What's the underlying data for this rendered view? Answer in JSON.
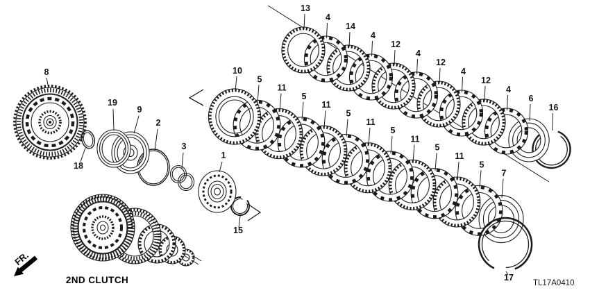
{
  "diagram": {
    "code": "TL17A0410",
    "assembly_label": "2ND CLUTCH",
    "direction_label": "FR.",
    "left_parts": [
      {
        "label": "8",
        "type": "clutch-drum"
      },
      {
        "label": "18",
        "type": "o-ring"
      },
      {
        "label": "19",
        "type": "seal-ring"
      },
      {
        "label": "9",
        "type": "piston"
      },
      {
        "label": "2",
        "type": "o-ring-large"
      },
      {
        "label": "3",
        "type": "check-rings"
      },
      {
        "label": "1",
        "type": "retainer"
      },
      {
        "label": "15",
        "type": "snap-ring-small"
      }
    ],
    "upper_chain": [
      {
        "label": "13",
        "type": "toothed-disc"
      },
      {
        "label": "4",
        "type": "tabbed-plate"
      },
      {
        "label": "14",
        "type": "toothed-disc"
      },
      {
        "label": "4",
        "type": "tabbed-plate"
      },
      {
        "label": "12",
        "type": "toothed-disc"
      },
      {
        "label": "4",
        "type": "tabbed-plate"
      },
      {
        "label": "12",
        "type": "toothed-disc"
      },
      {
        "label": "4",
        "type": "tabbed-plate"
      },
      {
        "label": "12",
        "type": "toothed-disc"
      },
      {
        "label": "4",
        "type": "tabbed-plate"
      },
      {
        "label": "6",
        "type": "plain-ring"
      },
      {
        "label": "16",
        "type": "snap-ring"
      }
    ],
    "lower_chain": [
      {
        "label": "10",
        "type": "toothed-end"
      },
      {
        "label": "5",
        "type": "tabbed-plate"
      },
      {
        "label": "11",
        "type": "toothed-disc"
      },
      {
        "label": "5",
        "type": "tabbed-plate"
      },
      {
        "label": "11",
        "type": "toothed-disc"
      },
      {
        "label": "5",
        "type": "tabbed-plate"
      },
      {
        "label": "11",
        "type": "toothed-disc"
      },
      {
        "label": "5",
        "type": "tabbed-plate"
      },
      {
        "label": "11",
        "type": "toothed-disc"
      },
      {
        "label": "5",
        "type": "tabbed-plate"
      },
      {
        "label": "11",
        "type": "toothed-disc"
      },
      {
        "label": "5",
        "type": "tabbed-plate"
      },
      {
        "label": "7",
        "type": "plain-ring"
      }
    ],
    "snap_ring": {
      "label": "17",
      "type": "snap-ring-large"
    }
  }
}
